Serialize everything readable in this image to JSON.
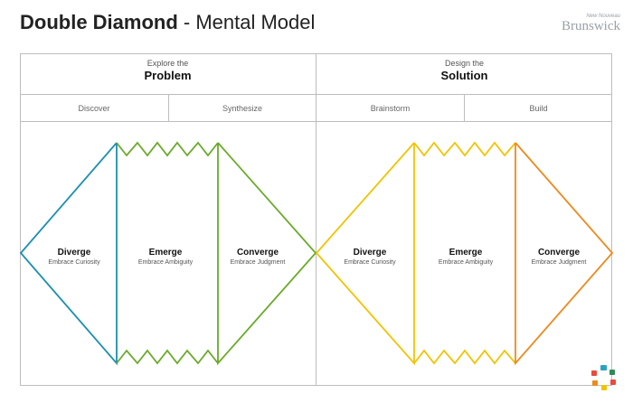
{
  "header": {
    "title_bold": "Double Diamond",
    "title_rest": " - Mental Model"
  },
  "logo": {
    "small_text": "New Nouveau",
    "big_text": "Brunswick"
  },
  "sections": [
    {
      "kicker": "Explore the",
      "main": "Problem"
    },
    {
      "kicker": "Design the",
      "main": "Solution"
    }
  ],
  "stages": [
    "Discover",
    "Synthesize",
    "Brainstorm",
    "Build"
  ],
  "phases": [
    {
      "name": "Diverge",
      "sub": "Embrace Curiosity"
    },
    {
      "name": "Emerge",
      "sub": "Embrace Ambiguity"
    },
    {
      "name": "Converge",
      "sub": "Embrace Judgment"
    },
    {
      "name": "Diverge",
      "sub": "Embrace Curiosity"
    },
    {
      "name": "Emerge",
      "sub": "Embrace Ambiguity"
    },
    {
      "name": "Converge",
      "sub": "Embrace Judgment"
    }
  ],
  "colors": {
    "diverge_1": "#1a8fb0",
    "emerge_1": "#6aaa2a",
    "converge_1": "#6aaa2a",
    "diverge_2": "#f0c400",
    "emerge_2": "#f0c400",
    "converge_2": "#ec8a1e",
    "border": "#bdbdbd"
  },
  "icons": {
    "badge": "ring-of-color-dots-icon"
  }
}
